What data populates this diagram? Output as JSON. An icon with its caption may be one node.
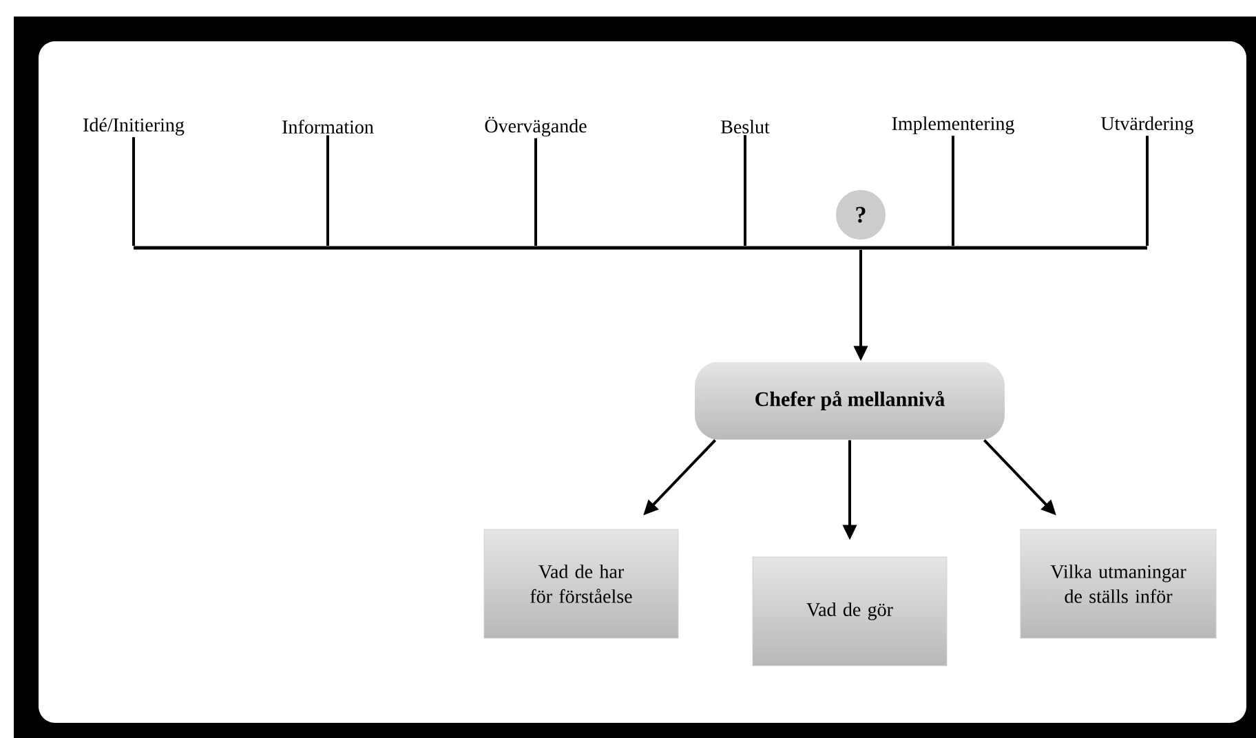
{
  "diagram": {
    "nodes": [
      {
        "text": [
          "Idé/Initiering"
        ]
      },
      {
        "text": [
          "Information"
        ]
      },
      {
        "text": [
          "Övervägande"
        ]
      },
      {
        "text": [
          "Beslut"
        ]
      },
      {
        "text": [
          "Implementering"
        ]
      },
      {
        "text": [
          "Utvärdering"
        ]
      },
      {
        "text": [],
        "shape": "bar"
      },
      {
        "text": [
          "?"
        ]
      },
      {
        "text": [
          "Chefer på mellannivå"
        ]
      },
      {
        "text": [
          "Vad de har för förståelse"
        ]
      },
      {
        "text": [
          "Vad de gör"
        ]
      },
      {
        "text": [
          "Vilka utmaningar de ställs inför"
        ]
      }
    ],
    "edges": [
      {
        "from": 0,
        "to": 6,
        "arrow": "none"
      },
      {
        "from": 1,
        "to": 6,
        "arrow": "none"
      },
      {
        "from": 2,
        "to": 6,
        "arrow": "none"
      },
      {
        "from": 3,
        "to": 6,
        "arrow": "none"
      },
      {
        "from": 4,
        "to": 6,
        "arrow": "none"
      },
      {
        "from": 5,
        "to": 6,
        "arrow": "none"
      },
      {
        "from": 7,
        "to": 8,
        "arrow": "to"
      },
      {
        "from": 8,
        "to": 9,
        "arrow": "to"
      },
      {
        "from": 8,
        "to": 10,
        "arrow": "to"
      },
      {
        "from": 8,
        "to": 11,
        "arrow": "to"
      }
    ]
  }
}
